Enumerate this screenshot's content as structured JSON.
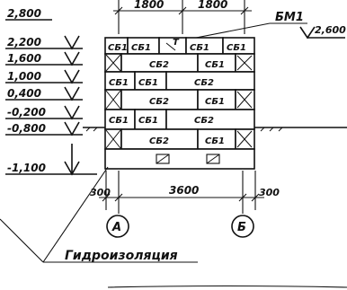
{
  "levels": [
    "2,800",
    "2,200",
    "1,600",
    "1,000",
    "0,400",
    "-0,200",
    "-0,800",
    "-1,100"
  ],
  "top_dimensions": [
    "1800",
    "1800"
  ],
  "lintel_label": "БМ1",
  "lintel_level": "2,600",
  "rows": [
    [
      "СБ1",
      "СБ1",
      "СБ1",
      "СБ1"
    ],
    [
      "СБ2",
      "СБ1"
    ],
    [
      "СБ1",
      "СБ1",
      "СБ2"
    ],
    [
      "СБ2",
      "СБ1"
    ],
    [
      "СБ1",
      "СБ1",
      "СБ2"
    ],
    [
      "СБ2",
      "СБ1"
    ]
  ],
  "bottom_dimensions": [
    "300",
    "3600",
    "300"
  ],
  "axes": [
    "А",
    "Б"
  ],
  "waterproofing_label": "Гидроизоляция"
}
